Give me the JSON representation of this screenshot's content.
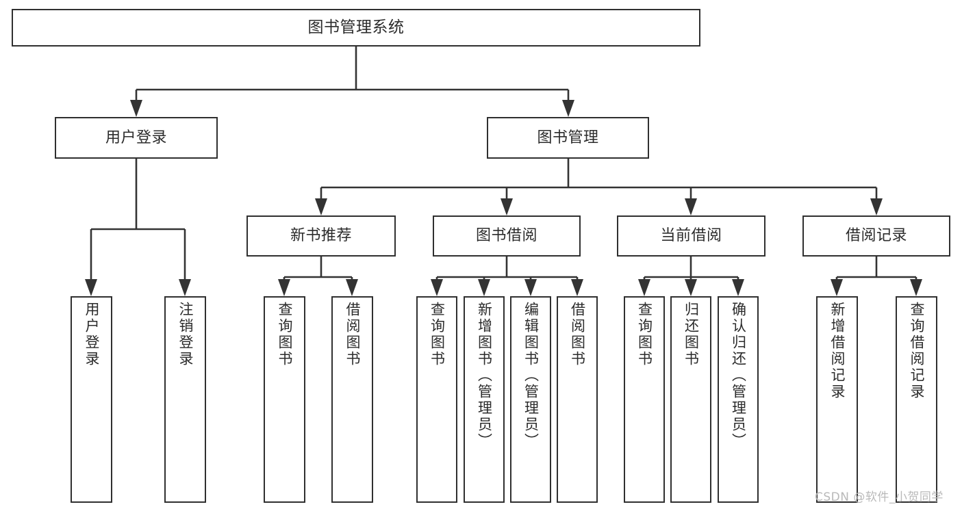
{
  "diagram": {
    "type": "tree",
    "title": "图书管理系统",
    "root": {
      "id": "root",
      "label": "图书管理系统"
    },
    "level2": [
      {
        "id": "login",
        "label": "用户登录"
      },
      {
        "id": "bookmgmt",
        "label": "图书管理"
      }
    ],
    "level3": [
      {
        "id": "newbook",
        "label": "新书推荐",
        "parent": "bookmgmt"
      },
      {
        "id": "borrow",
        "label": "图书借阅",
        "parent": "bookmgmt"
      },
      {
        "id": "current",
        "label": "当前借阅",
        "parent": "bookmgmt"
      },
      {
        "id": "record",
        "label": "借阅记录",
        "parent": "bookmgmt"
      }
    ],
    "leaves": {
      "login": [
        {
          "id": "leaf-user-login",
          "label": "用户登录"
        },
        {
          "id": "leaf-user-logout",
          "label": "注销登录"
        }
      ],
      "newbook": [
        {
          "id": "leaf-nb-query",
          "label": "查询图书"
        },
        {
          "id": "leaf-nb-borrow",
          "label": "借阅图书"
        }
      ],
      "borrow": [
        {
          "id": "leaf-bo-query",
          "label": "查询图书"
        },
        {
          "id": "leaf-bo-add",
          "label": "新增图书（管理员）"
        },
        {
          "id": "leaf-bo-edit",
          "label": "编辑图书（管理员）"
        },
        {
          "id": "leaf-bo-borrow",
          "label": "借阅图书"
        }
      ],
      "current": [
        {
          "id": "leaf-cu-query",
          "label": "查询图书"
        },
        {
          "id": "leaf-cu-return",
          "label": "归还图书"
        },
        {
          "id": "leaf-cu-confirm",
          "label": "确认归还（管理员）"
        }
      ],
      "record": [
        {
          "id": "leaf-re-add",
          "label": "新增借阅记录"
        },
        {
          "id": "leaf-re-query",
          "label": "查询借阅记录"
        }
      ]
    }
  },
  "watermark": {
    "text": "CSDN @软件_小贺同学"
  },
  "colors": {
    "box_border": "#2f2f2f",
    "box_fill": "#ffffff",
    "edge": "#333333",
    "text": "#2b2b2b",
    "watermark": "#b9b9b9",
    "background": "#ffffff"
  }
}
